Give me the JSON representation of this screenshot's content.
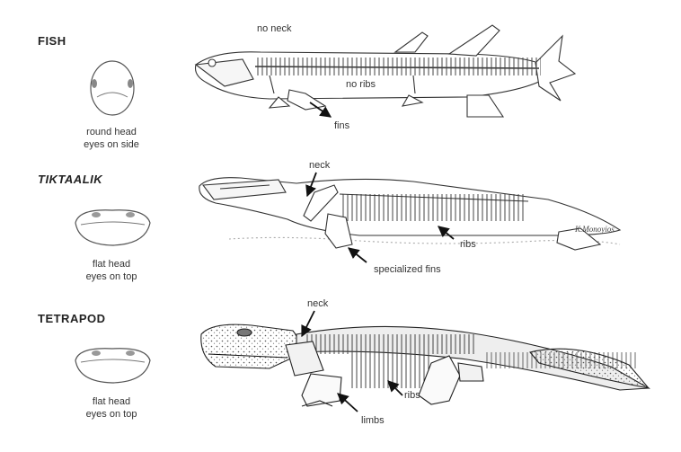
{
  "rows": [
    {
      "id": "fish",
      "title": "FISH",
      "head_caption": [
        "round head",
        "eyes on side"
      ],
      "labels": {
        "top": "no neck",
        "middle": "no ribs",
        "bottom": "fins"
      }
    },
    {
      "id": "tiktaalik",
      "title": "TIKTAALIK",
      "head_caption": [
        "flat head",
        "eyes on top"
      ],
      "labels": {
        "top": "neck",
        "middle": "ribs",
        "bottom": "specialized fins"
      },
      "artist_signature": "K.Monoyios"
    },
    {
      "id": "tetrapod",
      "title": "TETRAPOD",
      "head_caption": [
        "flat head",
        "eyes on top"
      ],
      "labels": {
        "top": "neck",
        "middle": "ribs",
        "bottom": "limbs"
      }
    }
  ]
}
